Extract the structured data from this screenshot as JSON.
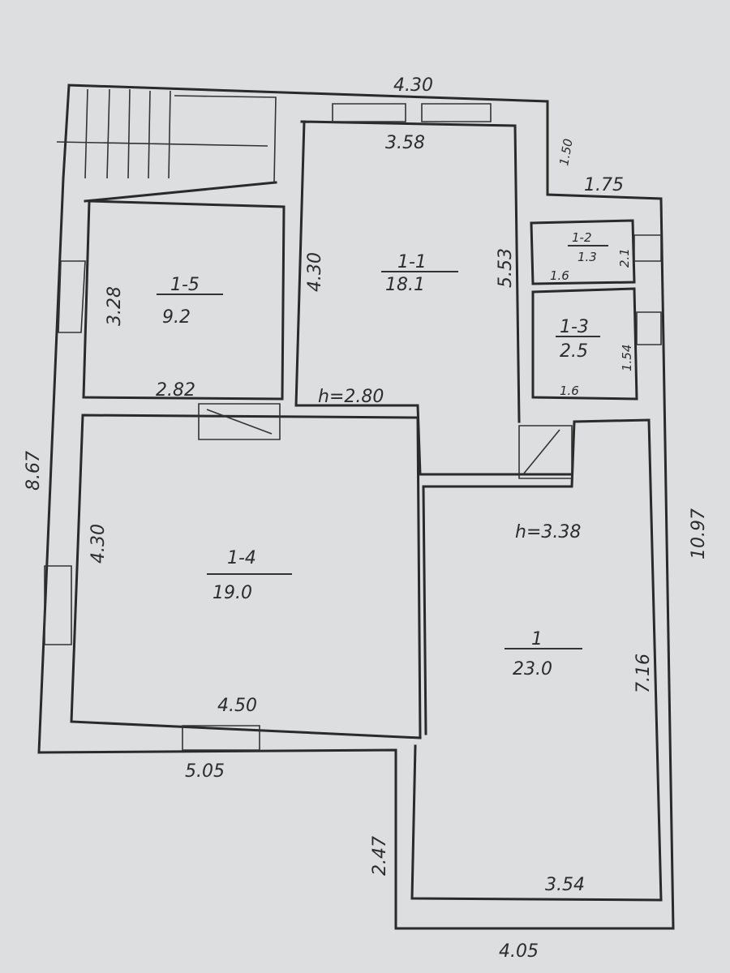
{
  "rooms": [
    {
      "id": "1-1",
      "area": "18.1"
    },
    {
      "id": "1-2",
      "area": "1.3"
    },
    {
      "id": "1-3",
      "area": "2.5"
    },
    {
      "id": "1-4",
      "area": "19.0"
    },
    {
      "id": "1-5",
      "area": "9.2"
    },
    {
      "id": "1",
      "area": "23.0"
    }
  ],
  "dimensions": {
    "top_outer": "4.30",
    "top_inner": "3.58",
    "notch_vertical": "1.50",
    "notch_horizontal": "1.75",
    "room_1_1_height": "5.53",
    "room_1_5_wall": "4.30",
    "room_1_5_left": "3.28",
    "room_1_5_bottom": "2.82",
    "ceiling_h1": "h=2.80",
    "ceiling_h2": "h=3.38",
    "room_1_2_bottom": "1.6",
    "room_1_2_side": "2.1",
    "room_1_3_side": "1.54",
    "room_1_3_bottom": "1.6",
    "left_outer": "8.67",
    "room_1_4_left": "4.30",
    "room_1_4_bottom": "4.50",
    "bottom_left_outer": "5.05",
    "right_outer": "10.97",
    "room_1_right": "7.16",
    "bottom_step": "2.47",
    "room_1_bottom": "3.54",
    "bottom_right_outer": "4.05"
  }
}
